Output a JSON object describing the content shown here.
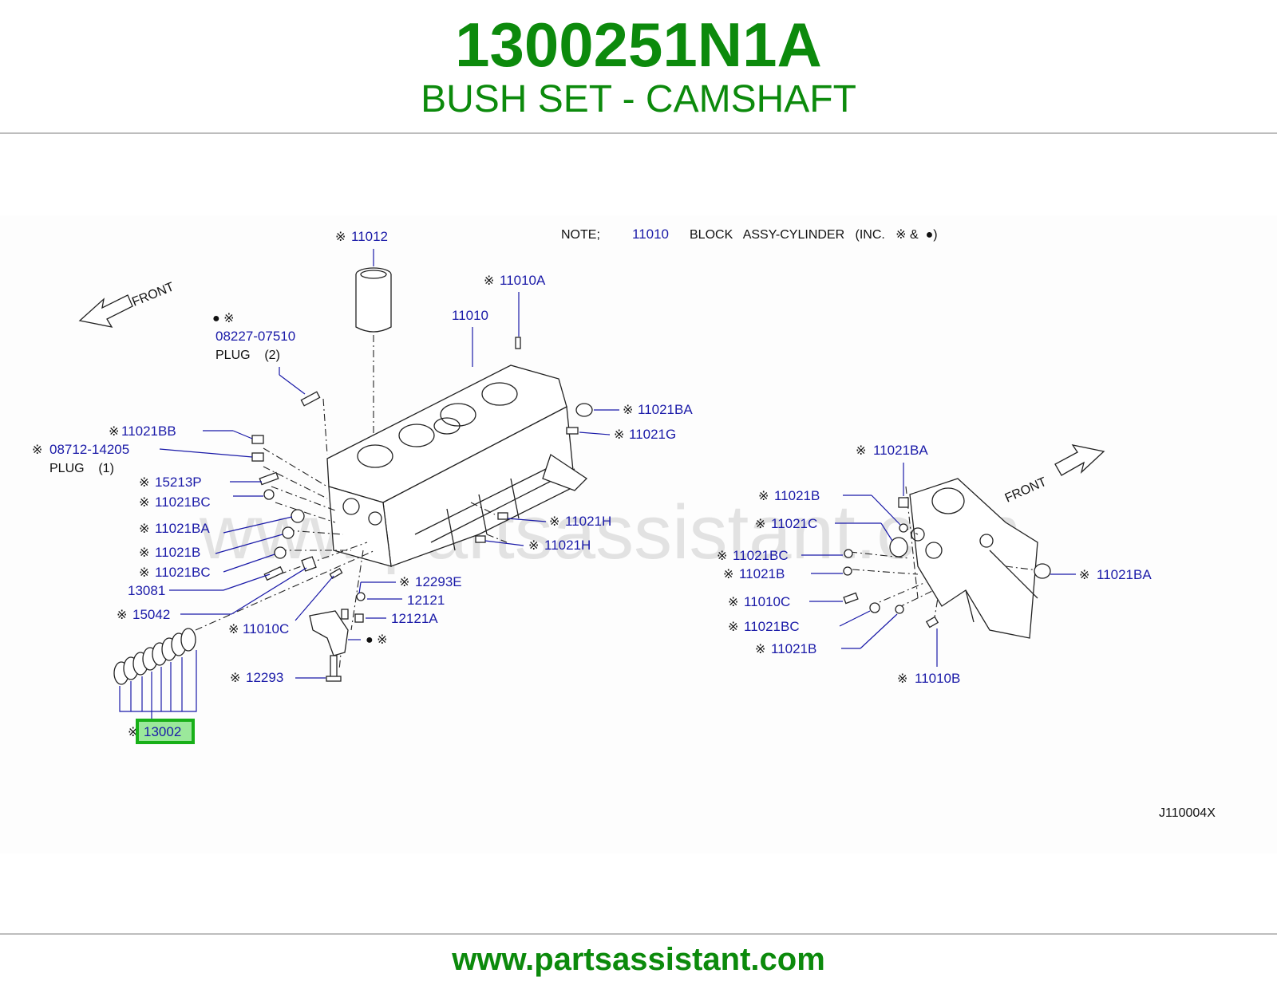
{
  "header": {
    "part_number": "1300251N1A",
    "part_name": "BUSH SET - CAMSHAFT"
  },
  "diagram": {
    "note": {
      "prefix": "NOTE;",
      "part": "11010",
      "text": "BLOCK   ASSY-CYLINDER   (INC.   ※ &  ●)"
    },
    "front_labels": [
      "FRONT",
      "FRONT"
    ],
    "diagram_code": "J110004X",
    "watermark": "www.partsassistant.com",
    "callouts_left": [
      {
        "mark": "※",
        "code": "11012"
      },
      {
        "mark": "※",
        "code": "11010A"
      },
      {
        "mark": "",
        "code": "11010"
      },
      {
        "mark": "● ※",
        "code": "08227-07510",
        "desc": "PLUG    (2)"
      },
      {
        "mark": "※",
        "code": "11021BA"
      },
      {
        "mark": "※",
        "code": "11021G"
      },
      {
        "mark": "※",
        "code": "11021BB"
      },
      {
        "mark": "※",
        "code": "08712-14205",
        "desc": "PLUG    (1)"
      },
      {
        "mark": "※",
        "code": "15213P"
      },
      {
        "mark": "※",
        "code": "11021BC"
      },
      {
        "mark": "※",
        "code": "11021BA"
      },
      {
        "mark": "※",
        "code": "11021B"
      },
      {
        "mark": "※",
        "code": "11021BC"
      },
      {
        "mark": "",
        "code": "13081"
      },
      {
        "mark": "※",
        "code": "15042"
      },
      {
        "mark": "※",
        "code": "11010C"
      },
      {
        "mark": "※",
        "code": "12293E"
      },
      {
        "mark": "",
        "code": "12121"
      },
      {
        "mark": "",
        "code": "12121A"
      },
      {
        "mark": "● ※",
        "code": ""
      },
      {
        "mark": "※",
        "code": "12293"
      },
      {
        "mark": "※",
        "code": "11021H"
      },
      {
        "mark": "※",
        "code": "11021H"
      },
      {
        "mark": "※",
        "code": "13002",
        "highlighted": true
      }
    ],
    "callouts_right": [
      {
        "mark": "※",
        "code": "11021BA"
      },
      {
        "mark": "※",
        "code": "11021B"
      },
      {
        "mark": "※",
        "code": "11021C"
      },
      {
        "mark": "※",
        "code": "11021BC"
      },
      {
        "mark": "※",
        "code": "11021B"
      },
      {
        "mark": "※",
        "code": "11021BA"
      },
      {
        "mark": "※",
        "code": "11010C"
      },
      {
        "mark": "※",
        "code": "11021BC"
      },
      {
        "mark": "※",
        "code": "11021B"
      },
      {
        "mark": "※",
        "code": "11010B"
      }
    ]
  },
  "footer": {
    "url": "www.partsassistant.com"
  },
  "colors": {
    "brand_green": "#0c8a0c",
    "label_blue": "#1a1aa8",
    "highlight_fill": "#9be89b",
    "highlight_border": "#18b018"
  }
}
